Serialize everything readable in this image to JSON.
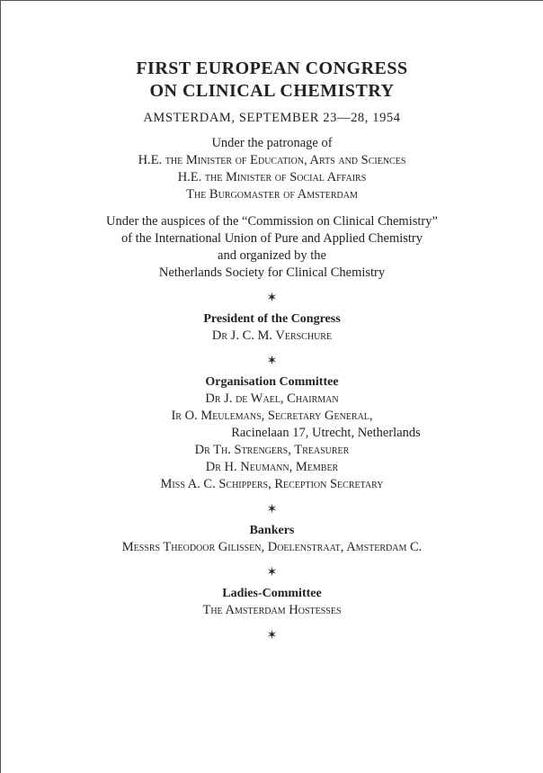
{
  "title": {
    "line1": "FIRST EUROPEAN CONGRESS",
    "line2": "ON CLINICAL CHEMISTRY"
  },
  "subtitle": "AMSTERDAM, SEPTEMBER 23—28, 1954",
  "patronage": {
    "intro": "Under the patronage of",
    "lines": [
      "H.E. the Minister of Education, Arts and Sciences",
      "H.E. the Minister of Social Affairs",
      "The Burgomaster of Amsterdam"
    ]
  },
  "auspices": [
    "Under the auspices of the “Commission on Clinical Chemistry”",
    "of the International Union of Pure and Applied Chemistry",
    "and organized by the",
    "Netherlands Society for Clinical Chemistry"
  ],
  "separator": "✶",
  "president": {
    "heading": "President of the Congress",
    "name": "Dr J. C. M. Verschure"
  },
  "organisation": {
    "heading": "Organisation Committee",
    "members": [
      "Dr J. de Wael, Chairman",
      "Ir O. Meulemans, Secretary General,",
      "Racinelaan 17, Utrecht, Netherlands",
      "Dr Th. Strengers, Treasurer",
      "Dr H. Neumann, Member",
      "Miss A. C. Schippers, Reception Secretary"
    ]
  },
  "bankers": {
    "heading": "Bankers",
    "text": "Messrs Theodoor Gilissen, Doelenstraat, Amsterdam C."
  },
  "ladies": {
    "heading": "Ladies-Committee",
    "text": "The Amsterdam Hostesses"
  }
}
